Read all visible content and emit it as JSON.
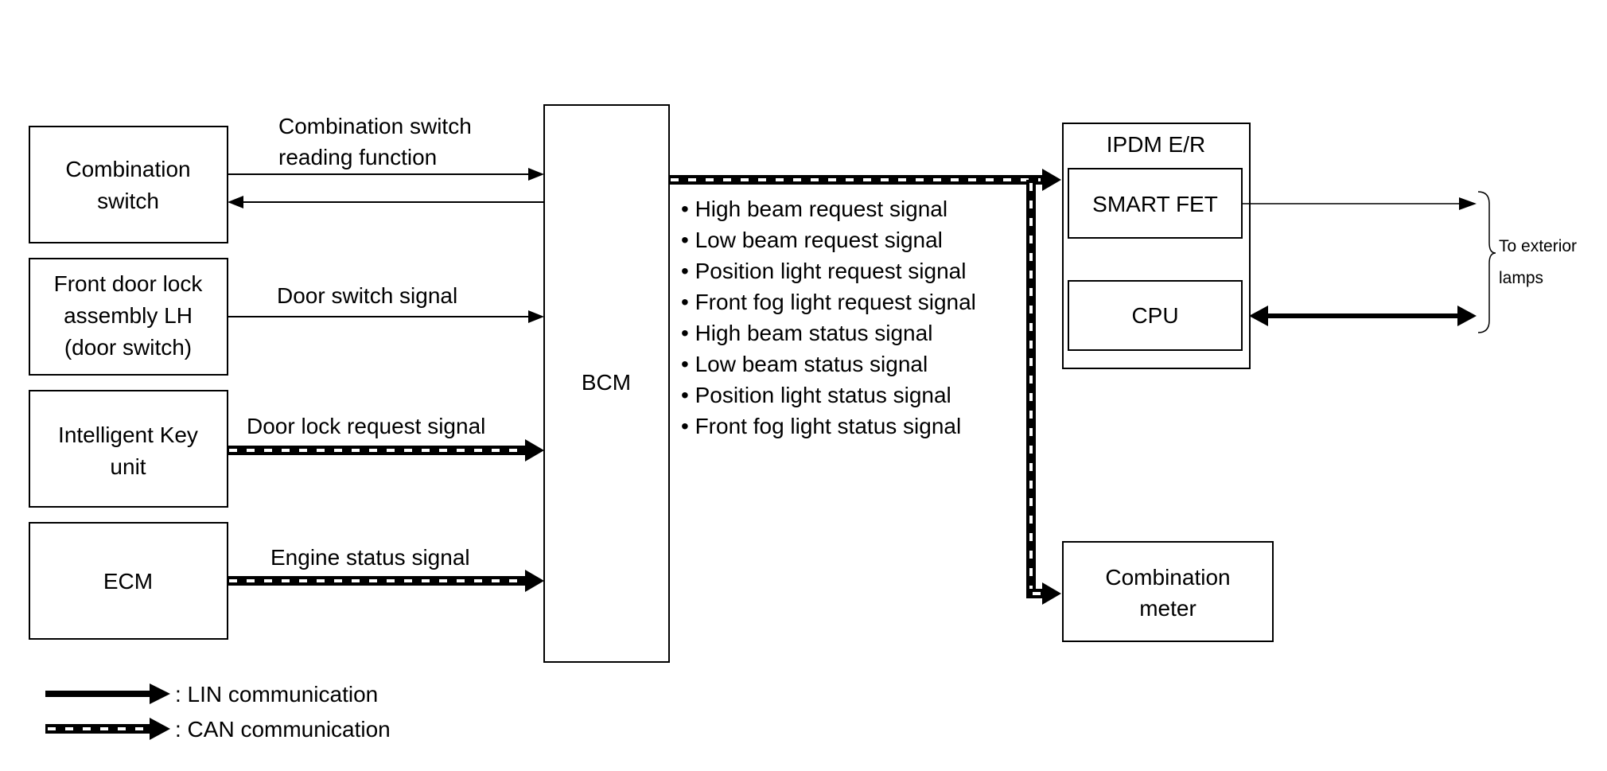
{
  "blocks": {
    "combination_switch": [
      "Combination",
      "switch"
    ],
    "front_door_lock": [
      "Front door lock",
      "assembly LH",
      "(door switch)"
    ],
    "intelligent_key": [
      "Intelligent Key",
      "unit"
    ],
    "ecm": "ECM",
    "bcm": "BCM",
    "ipdm": "IPDM E/R",
    "smart_fet": "SMART FET",
    "cpu": "CPU",
    "combination_meter": [
      "Combination",
      "meter"
    ]
  },
  "signals": {
    "comb_switch_reading": [
      "Combination switch",
      "reading function"
    ],
    "door_switch": "Door switch signal",
    "door_lock_request": "Door lock request signal",
    "engine_status": "Engine status signal"
  },
  "can_signal_list": [
    "• High beam request signal",
    "• Low beam request signal",
    "• Position light request signal",
    "• Front fog light request signal",
    "• High beam status signal",
    "• Low beam status signal",
    "• Position light status signal",
    "• Front fog light status signal"
  ],
  "exterior_note": [
    "To exterior",
    "lamps"
  ],
  "legend": {
    "lin": ": LIN communication",
    "can": ": CAN communication"
  }
}
